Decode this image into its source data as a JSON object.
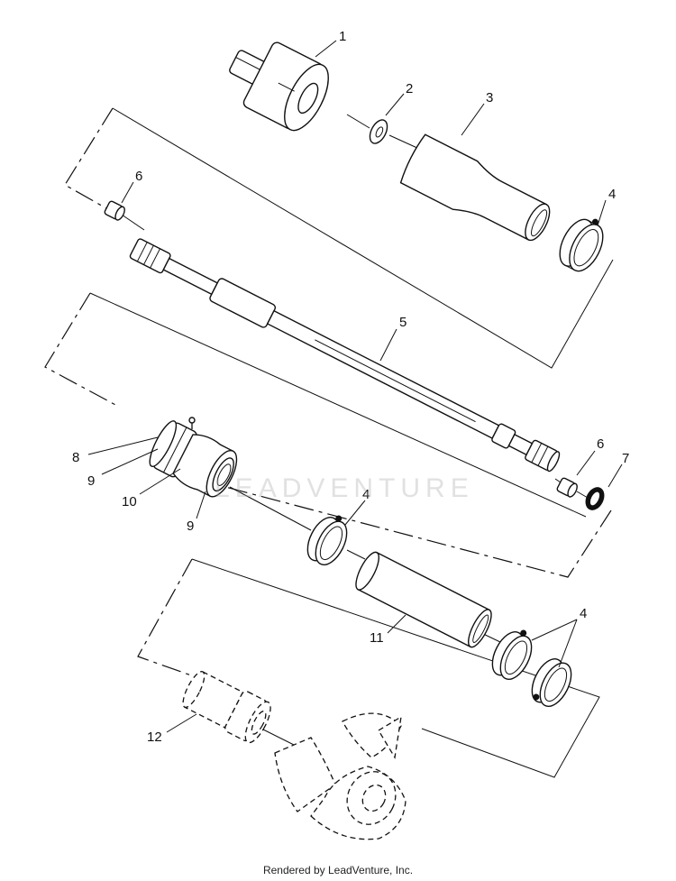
{
  "diagram": {
    "callouts": [
      {
        "id": "c1",
        "text": "1"
      },
      {
        "id": "c2",
        "text": "2"
      },
      {
        "id": "c3",
        "text": "3"
      },
      {
        "id": "c4a",
        "text": "4"
      },
      {
        "id": "c5",
        "text": "5"
      },
      {
        "id": "c6a",
        "text": "6"
      },
      {
        "id": "c6b",
        "text": "6"
      },
      {
        "id": "c7",
        "text": "7"
      },
      {
        "id": "c8",
        "text": "8"
      },
      {
        "id": "c9a",
        "text": "9"
      },
      {
        "id": "c10",
        "text": "10"
      },
      {
        "id": "c9b",
        "text": "9"
      },
      {
        "id": "c4b",
        "text": "4"
      },
      {
        "id": "c11",
        "text": "11"
      },
      {
        "id": "c4c",
        "text": "4"
      },
      {
        "id": "c12",
        "text": "12"
      }
    ]
  },
  "watermark": "LEADVENTURE",
  "footer": "Rendered by LeadVenture, Inc."
}
